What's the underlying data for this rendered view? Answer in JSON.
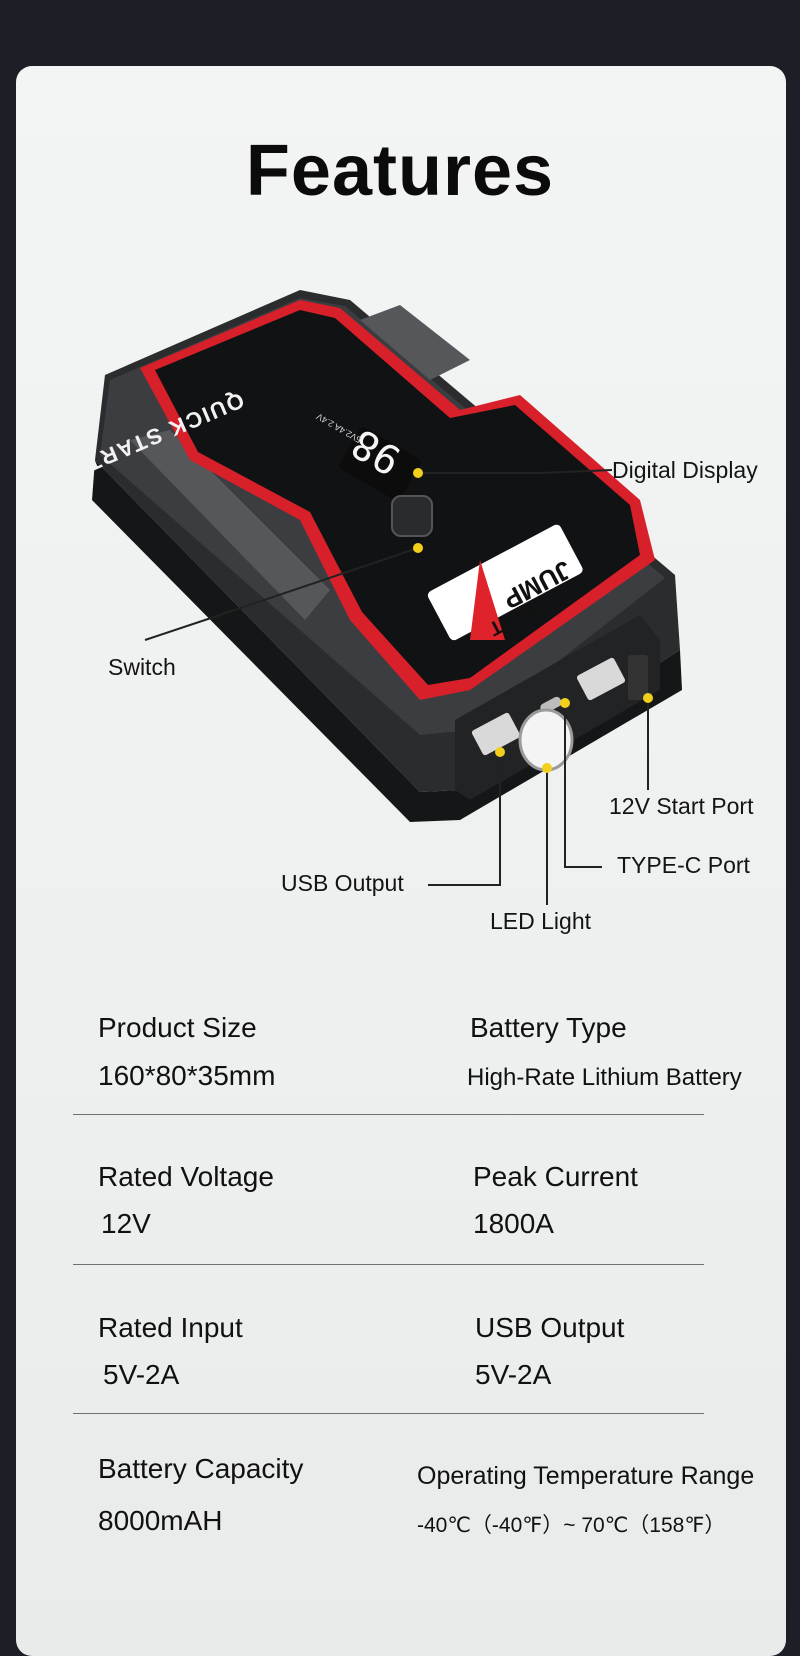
{
  "title": "Features",
  "device": {
    "lid_text": "QUICK START",
    "brand_top": "JUMP",
    "brand_bottom": "START",
    "display_digits": "98",
    "display_caption": "5V2.4A  2.4V"
  },
  "callouts": {
    "digital_display": "Digital Display",
    "switch": "Switch",
    "start_port": "12V Start Port",
    "type_c_port": "TYPE-C Port",
    "usb_output": "USB Output",
    "led_light": "LED Light"
  },
  "specs": [
    {
      "label": "Product Size",
      "value": "160*80*35mm"
    },
    {
      "label": "Battery Type",
      "value": "High-Rate Lithium Battery"
    },
    {
      "label": "Rated Voltage",
      "value": "12V"
    },
    {
      "label": "Peak Current",
      "value": "1800A"
    },
    {
      "label": "Rated Input",
      "value": "5V-2A"
    },
    {
      "label": "USB Output",
      "value": "5V-2A"
    },
    {
      "label": "Battery Capacity",
      "value": "8000mAH"
    },
    {
      "label": "Operating Temperature Range",
      "value": "-40℃（-40℉）~ 70℃（158℉）"
    }
  ],
  "colors": {
    "accent_red": "#e0232b",
    "callout_dot": "#f2cf1a",
    "body_dark": "#1e1f21",
    "background": "#1c1f26"
  }
}
